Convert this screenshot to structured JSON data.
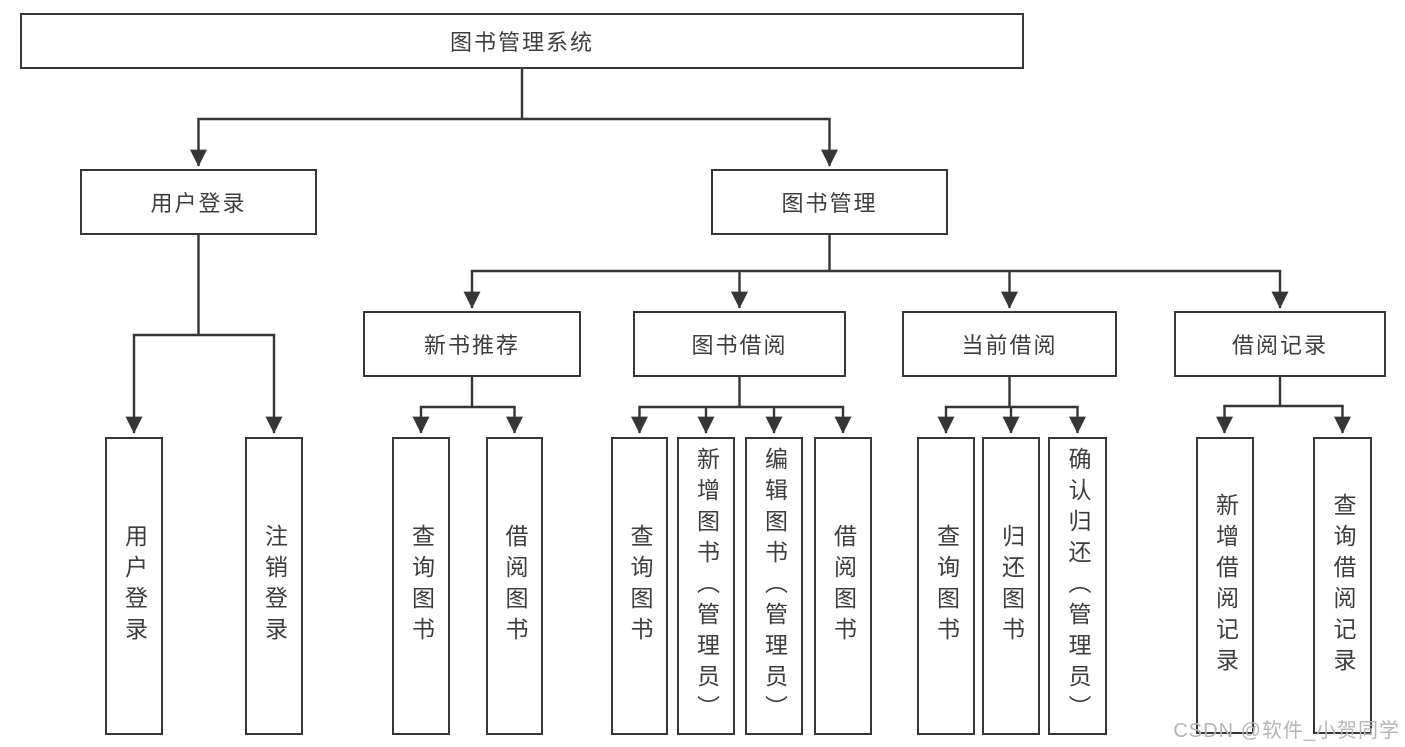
{
  "colors": {
    "line": "#363636",
    "box_border": "#363636",
    "box_fill": "#ffffff",
    "text": "#3d3d3d",
    "watermark": "#b5b5b5",
    "background": "#ffffff"
  },
  "diagram": {
    "root": "图书管理系统",
    "branches": [
      {
        "label": "用户登录",
        "children": [
          "用户登录",
          "注销登录"
        ]
      },
      {
        "label": "图书管理",
        "groups": [
          {
            "label": "新书推荐",
            "children": [
              "查询图书",
              "借阅图书"
            ]
          },
          {
            "label": "图书借阅",
            "children": [
              "查询图书",
              "新增图书（管理员）",
              "编辑图书（管理员）",
              "借阅图书"
            ]
          },
          {
            "label": "当前借阅",
            "children": [
              "查询图书",
              "归还图书",
              "确认归还（管理员）"
            ]
          },
          {
            "label": "借阅记录",
            "children": [
              "新增借阅记录",
              "查询借阅记录"
            ]
          }
        ]
      }
    ]
  },
  "watermark": "CSDN @软件_小贺同学"
}
